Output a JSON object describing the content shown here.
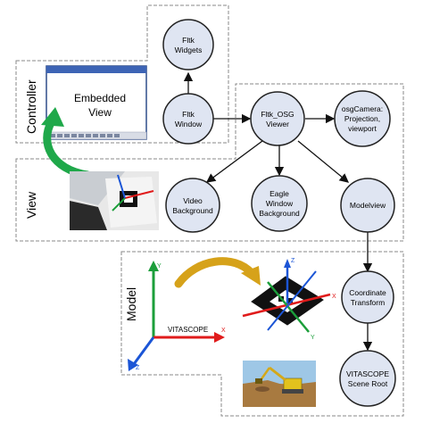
{
  "sections": {
    "controller": "Controller",
    "view": "View",
    "model": "Model"
  },
  "embedded_view": {
    "line1": "Embedded",
    "line2": "View"
  },
  "nodes": {
    "fltk_widgets": [
      "Fltk",
      "Widgets"
    ],
    "fltk_window": [
      "Fltk",
      "Window"
    ],
    "fltk_osg_viewer": [
      "Fltk_OSG",
      "Viewer"
    ],
    "osg_camera": [
      "osgCamera:",
      "Projection,",
      "viewport"
    ],
    "video_background": [
      "Video",
      "Background"
    ],
    "eagle_window_background": [
      "Eagle",
      "Window",
      "Background"
    ],
    "modelview": [
      "Modelview"
    ],
    "coordinate_transform": [
      "Coordinate",
      "Transform"
    ],
    "vitascope_scene_root": [
      "VITASCOPE",
      "Scene Root"
    ]
  },
  "axes": {
    "x": "X",
    "y": "Y",
    "z": "Z",
    "system_label": "VITASCOPE"
  },
  "colors": {
    "node_fill": "#dfe5f2",
    "node_stroke": "#222222",
    "dashed_box": "#8a8a8a",
    "green_arrow": "#1fa84a",
    "gold_arrow": "#d6a21a",
    "axis_red": "#e01b1b",
    "axis_green": "#1b9e3a",
    "axis_blue": "#1b55d6"
  }
}
